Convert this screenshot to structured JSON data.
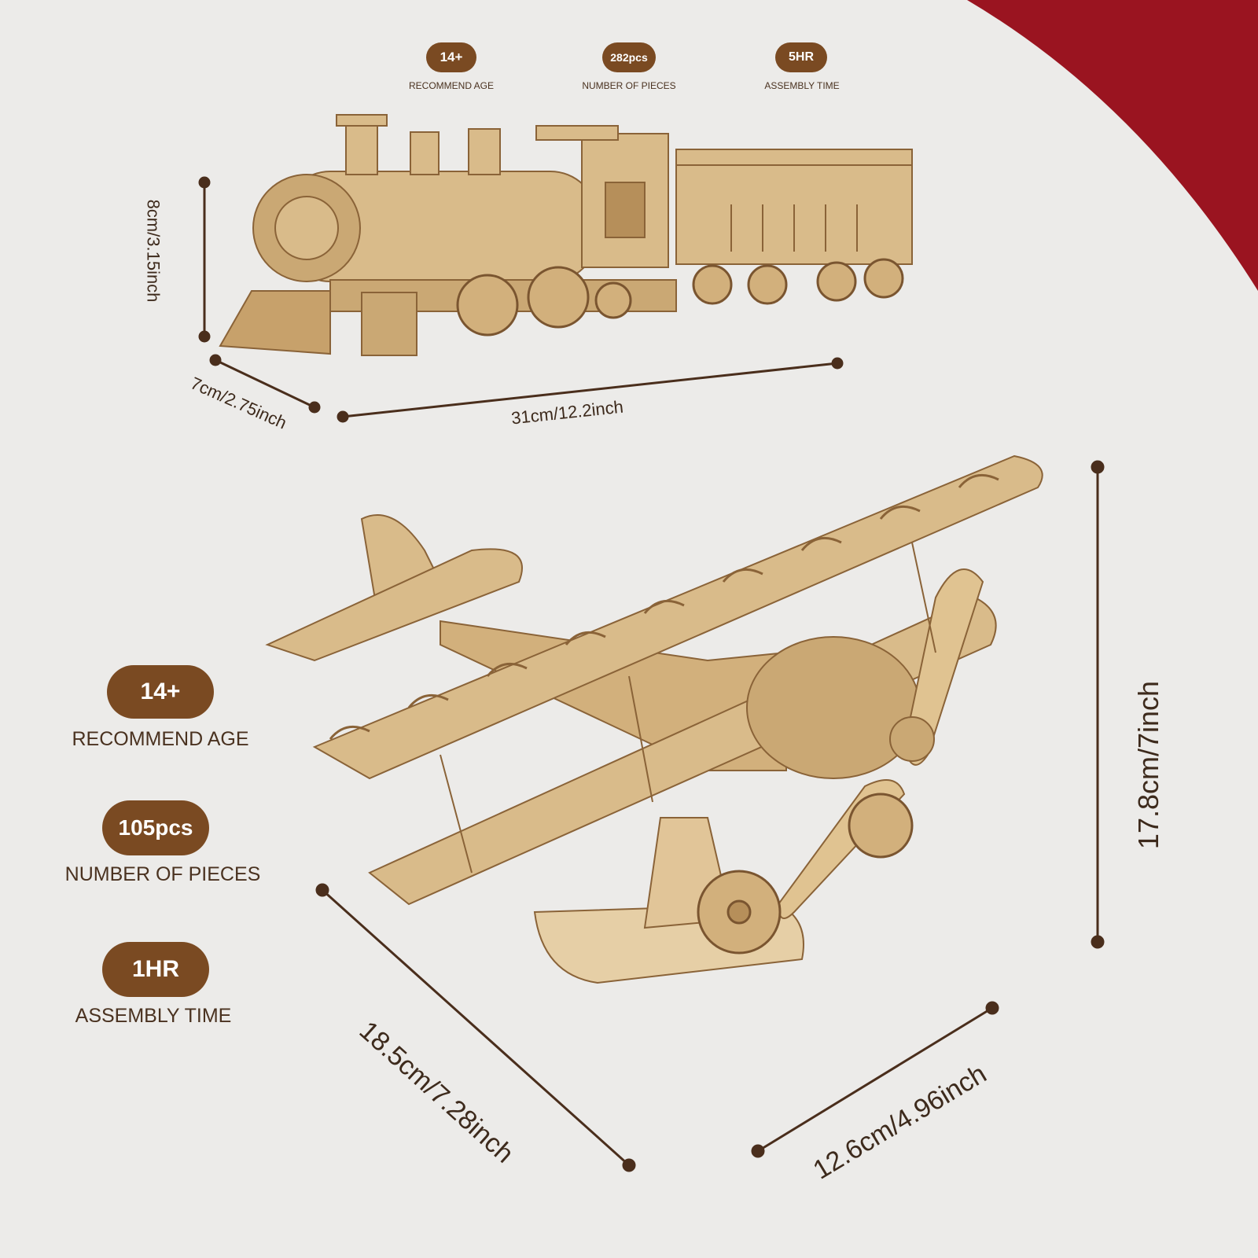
{
  "colors": {
    "background": "#ecebe9",
    "accent_red": "#9a1420",
    "badge_brown": "#7a4a22",
    "dimension_line": "#4a2e1c",
    "wood": "#d9bb8a"
  },
  "train": {
    "specs": [
      {
        "value": "14+",
        "label": "RECOMMEND AGE"
      },
      {
        "value": "282pcs",
        "label": "NUMBER OF PIECES"
      },
      {
        "value": "5HR",
        "label": "ASSEMBLY TIME"
      }
    ],
    "dimensions": {
      "height": "8cm/3.15inch",
      "depth": "7cm/2.75inch",
      "length": "31cm/12.2inch"
    }
  },
  "plane": {
    "specs": [
      {
        "value": "14+",
        "label": "RECOMMEND AGE"
      },
      {
        "value": "105pcs",
        "label": "NUMBER OF PIECES"
      },
      {
        "value": "1HR",
        "label": "ASSEMBLY TIME"
      }
    ],
    "dimensions": {
      "height": "17.8cm/7inch",
      "wingspan": "18.5cm/7.28inch",
      "length": "12.6cm/4.96inch"
    }
  }
}
